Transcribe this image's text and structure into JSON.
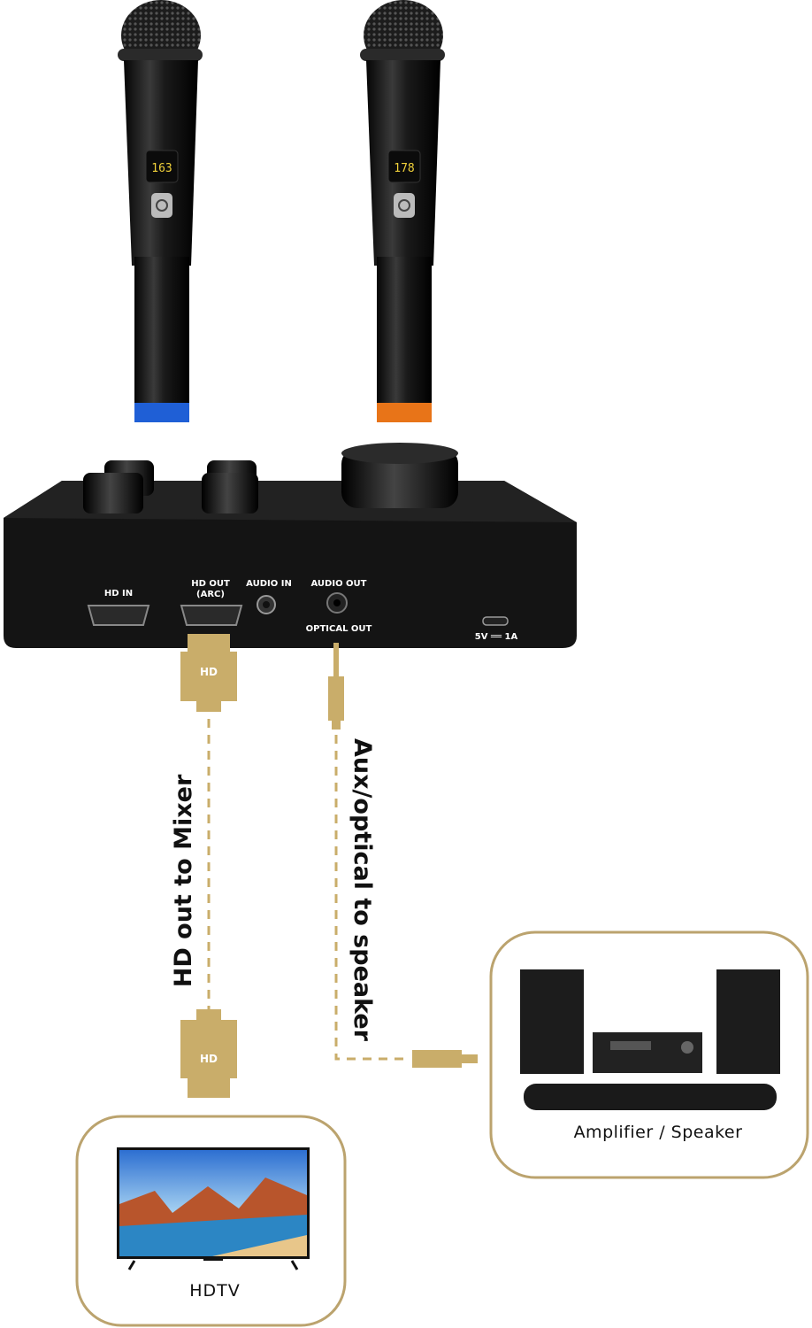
{
  "device": {
    "port_hd_in": "HD IN",
    "port_hd_out_line1": "HD OUT",
    "port_hd_out_line2": "(ARC)",
    "port_audio_in": "AUDIO IN",
    "port_audio_out": "AUDIO OUT",
    "port_optical_out": "OPTICAL OUT",
    "port_power": "5V ══ 1A"
  },
  "microphones": [
    {
      "color": "blue",
      "display": "163",
      "ring_color": "#1f5fd6"
    },
    {
      "color": "orange",
      "display": "178",
      "ring_color": "#e87418"
    }
  ],
  "connectors": {
    "hd_plug_text": "HD"
  },
  "labels": {
    "hd_cable": "HD out to Mixer",
    "aux_cable": "Aux/optical to speaker"
  },
  "boxes": {
    "speaker": "Amplifier / Speaker",
    "tv": "HDTV"
  },
  "colors": {
    "gold": "#c9ad6a",
    "box_border": "#bba36e",
    "device_body": "#111111"
  }
}
